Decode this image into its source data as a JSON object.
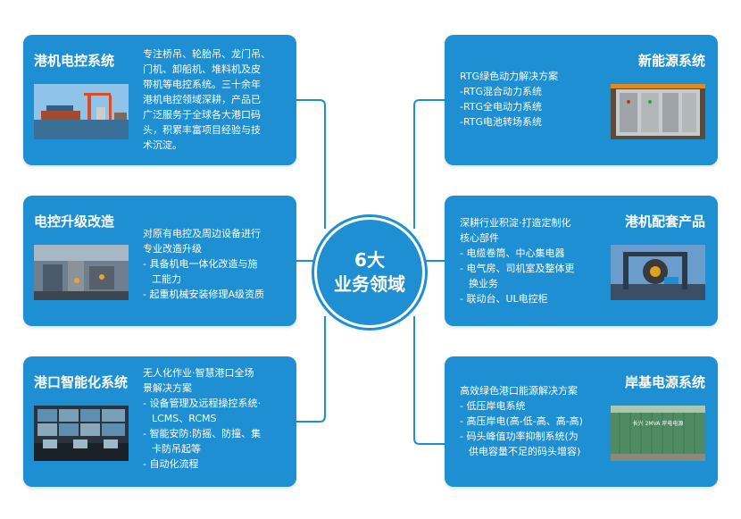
{
  "center": {
    "line1": "6大",
    "line2": "业务领域"
  },
  "cards": {
    "crane_control": {
      "title": "港机电控系统",
      "lines": [
        "专注桥吊、轮胎吊、龙门吊、",
        "门机、卸船机、堆料机及皮",
        "带机等电控系统。三十余年",
        "港机电控领域深耕，产品已",
        "广泛服务于全球各大港口码",
        "头，积累丰富项目经验与技",
        "术沉淀。"
      ]
    },
    "control_upgrade": {
      "title": "电控升级改造",
      "lines": [
        "对原有电控及周边设备进行",
        "专业改造升级",
        "- 具备机电一体化改造与施",
        "工能力",
        "- 起重机械安装修理A级资质"
      ]
    },
    "smart_port": {
      "title": "港口智能化系统",
      "lines": [
        "无人化作业·智慧港口全场",
        "景解决方案",
        "- 设备管理及远程操控系统·",
        "LCMS、RCMS",
        "- 智能安防:防摇、防撞、集",
        "卡防吊起等",
        "- 自动化流程"
      ]
    },
    "new_energy": {
      "title": "新能源系统",
      "lines": [
        "RTG绿色动力解决方案",
        "-RTG混合动力系统",
        "-RTG全电动力系统",
        "-RTG电池转场系统"
      ]
    },
    "crane_parts": {
      "title": "港机配套产品",
      "lines": [
        "深耕行业积淀·打造定制化",
        "核心部件",
        "- 电缆卷筒、中心集电器",
        "- 电气房、司机室及整体更",
        "换业务",
        "- 联动台、UL电控柜"
      ]
    },
    "shore_power": {
      "title": "岸基电源系统",
      "lines": [
        "高效绿色港口能源解决方案",
        "- 低压岸电系统",
        "- 高压岸电(高-低-高、高-高)",
        "- 码头峰值功率抑制系统(为",
        "供电容量不足的码头增容)"
      ],
      "photo_text": "长兴 2MVA 岸电电源"
    }
  },
  "colors": {
    "card": "#1e8fd2",
    "connector": "#1e8fd2"
  }
}
